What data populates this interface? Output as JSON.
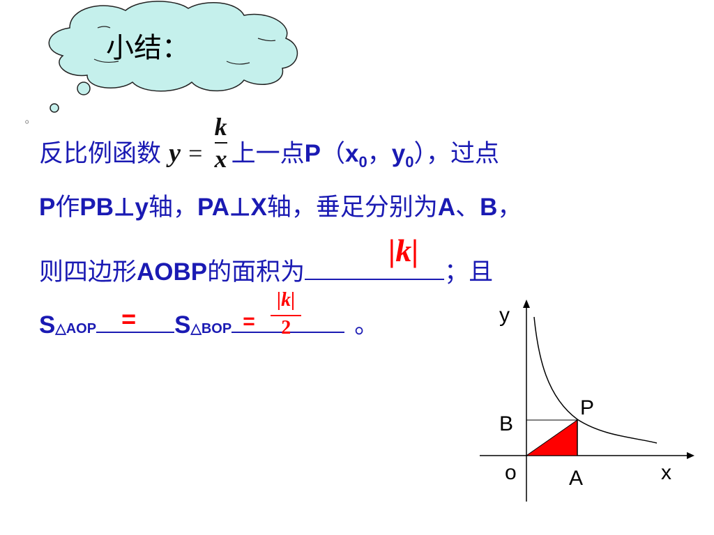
{
  "cloud_title": "小结：",
  "line1": {
    "prefix": "反比例函数",
    "y": "y",
    "eq": "=",
    "frac_num": "k",
    "frac_den": "x",
    "mid": "上一点",
    "P": "P",
    "paren_open": "（",
    "x": "x",
    "sub0a": "0",
    "comma": "，",
    "y2": "y",
    "sub0b": "0",
    "paren_close": "），过点"
  },
  "line2": {
    "t1": "P",
    "t2": "作",
    "t3": "PB⊥y",
    "t4": "轴，",
    "t5": "PA⊥X",
    "t6": "轴，垂足分别为",
    "t7": "A",
    "t8": "、",
    "t9": "B",
    "t10": "，"
  },
  "line3": {
    "t1": "则四边形",
    "t2": "AOBP",
    "t3": "的面积为",
    "answer": "|k|",
    "t4": "；且"
  },
  "line4": {
    "S1": "S",
    "sub1": "△AOP",
    "eq_answer": "=",
    "S2": "S",
    "sub2": "△BOP",
    "eq2": "=",
    "frac_num": "|k|",
    "frac_den": "2",
    "end": "。"
  },
  "bullet": "◦",
  "graph": {
    "y_label": "y",
    "x_label": "x",
    "o_label": "o",
    "p_label": "P",
    "a_label": "A",
    "b_label": "B"
  },
  "colors": {
    "text": "#1a1ab3",
    "answer": "#ff0000",
    "cloud_fill": "#c5f0ec",
    "triangle": "#ff0000"
  }
}
